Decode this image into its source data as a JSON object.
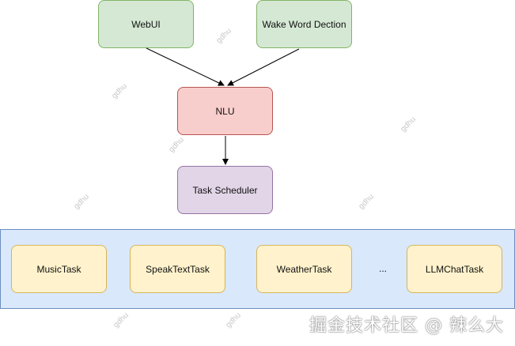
{
  "nodes": {
    "webui": "WebUI",
    "wake_word": "Wake Word Dection",
    "nlu": "NLU",
    "task_scheduler": "Task Scheduler"
  },
  "tasks": {
    "music": "MusicTask",
    "speak_text": "SpeakTextTask",
    "weather": "WeatherTask",
    "ellipsis": "...",
    "llm_chat": "LLMChatTask"
  },
  "watermark_text": "gdhu",
  "brand_text": "掘金技术社区 @ 辣么大",
  "colors": {
    "green_fill": "#d5e8d4",
    "red_fill": "#f8cecc",
    "purple_fill": "#e1d5e7",
    "yellow_fill": "#fff2cc",
    "blue_container": "#dae8fc"
  }
}
